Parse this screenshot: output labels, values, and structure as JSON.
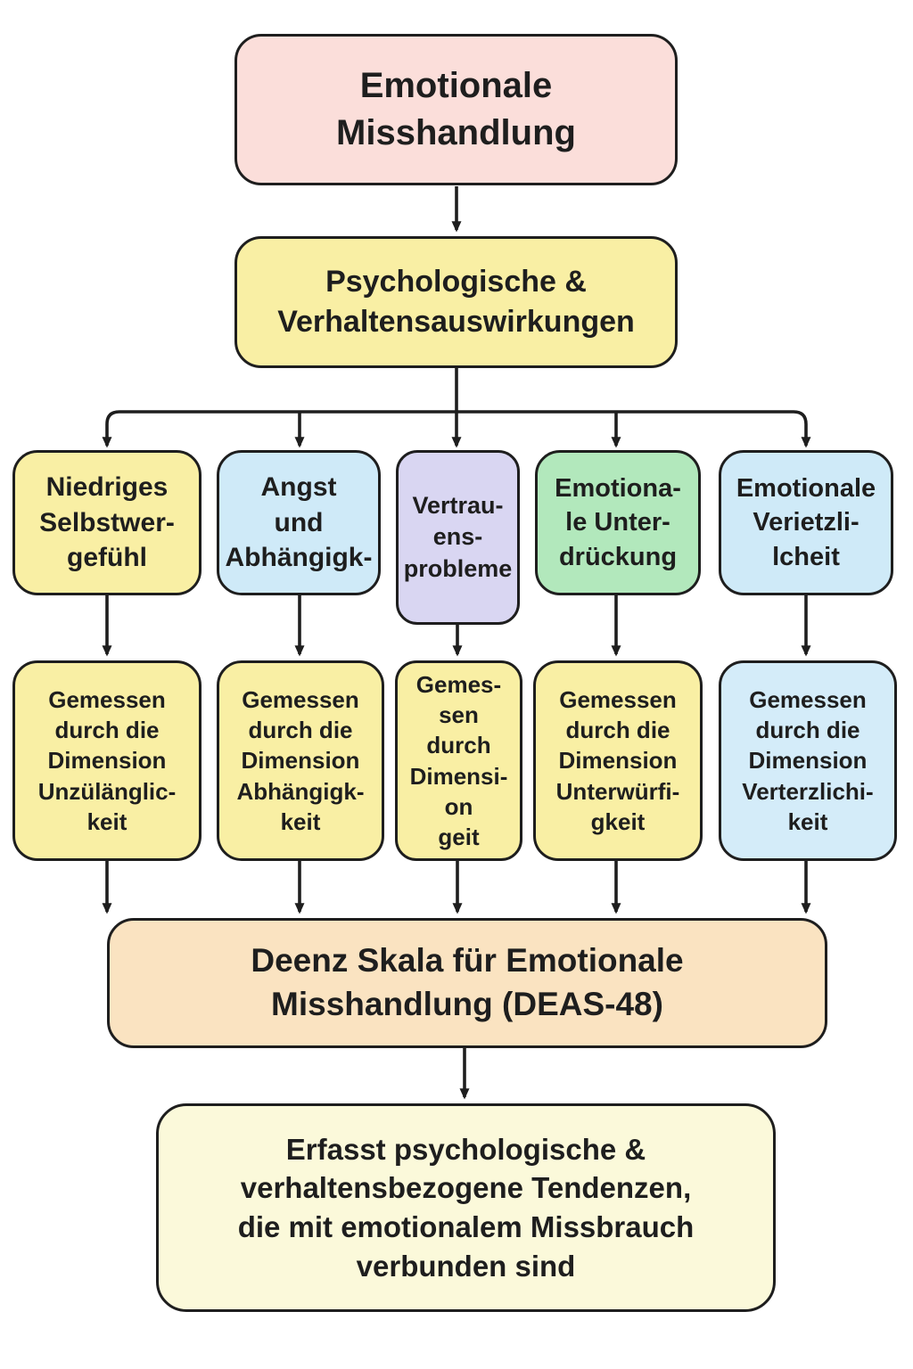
{
  "diagram_title": "Emotionale Misshandlung Flussdiagramm",
  "colors": {
    "ink": "#1e1e1e",
    "pink": "#fbdeda",
    "yellow": "#f9efa4",
    "blue": "#cfeaf8",
    "purple": "#d9d6f2",
    "green": "#b2e8bc",
    "blue-light": "#d4ecf9",
    "peach": "#fae3c1",
    "cream": "#fbf9da",
    "canvas-bg": "#ffffff"
  },
  "nodes": {
    "root": {
      "label": "Emotionale\nMisshandlung"
    },
    "effects": {
      "label": "Psychologische &\nVerhaltensauswirkungen"
    },
    "branches": [
      {
        "label": "Niedriges\nSelbstwer-\ngefühl"
      },
      {
        "label": "Angst\nund\nAbhängigk-"
      },
      {
        "label": "Vertrau-\nens-\nprobleme"
      },
      {
        "label": "Emotiona-\nle Unter-\ndrückung"
      },
      {
        "label": "Emotionale\nVerietzli-\nlcheit"
      }
    ],
    "measures": [
      {
        "label": "Gemessen\ndurch die\nDimension\nUnzülänglic-\nkeit"
      },
      {
        "label": "Gemessen\ndurch die\nDimension\nAbhängigk-\nkeit"
      },
      {
        "label": "Gemes-\nsen durch\nDimensi-\non\ngeit"
      },
      {
        "label": "Gemessen\ndurch die\nDimension\nUnterwürfi-\ngkeit"
      },
      {
        "label": "Gemessen\ndurch die\nDimension\nVerterzlichi-\nkeit"
      }
    ],
    "scale": {
      "label": "Deenz Skala für Emotionale\nMisshandlung (DEAS-48)"
    },
    "outcome": {
      "label": "Erfasst psychologische &\nverhaltensbezogene Tendenzen,\ndie mit emotionalem Missbrauch\nverbunden sind"
    }
  }
}
